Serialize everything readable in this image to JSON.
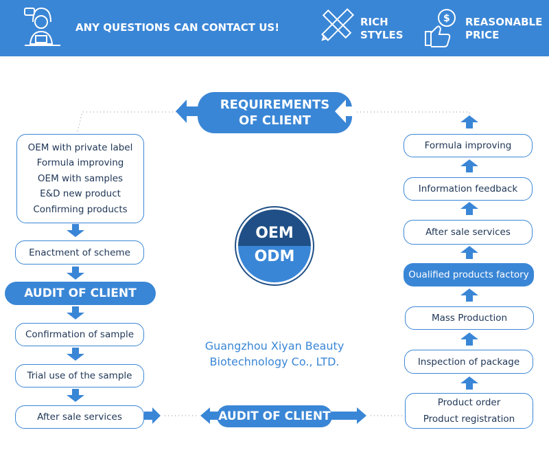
{
  "banner": {
    "contact": "ANY QUESTIONS CAN CONTACT US!",
    "rich_line1": "RICH",
    "rich_line2": "STYLES",
    "price_line1": "REASONABLE",
    "price_line2": "PRICE"
  },
  "center": {
    "requirements_line1": "REQUIREMENTS",
    "requirements_line2": "OF CLIENT",
    "oem": "OEM",
    "odm": "ODM",
    "company_line1": "Guangzhou Xiyan Beauty",
    "company_line2": "Biotechnology Co., LTD.",
    "audit_bottom": "AUDIT OF CLIENT"
  },
  "left": {
    "list": [
      "OEM with private label",
      "Formula improving",
      "OEM with samples",
      "E&D new product",
      "Confirming products"
    ],
    "enactment": "Enactment of scheme",
    "audit": "AUDIT OF CLIENT",
    "confirmation": "Confirmation of sample",
    "trial": "Trial use of the sample",
    "after_sale": "After sale services"
  },
  "right": {
    "formula": "Formula improving",
    "feedback": "Information feedback",
    "after_sale": "After sale services",
    "factory": "Oualified products factory",
    "mass": "Mass Production",
    "inspection": "Inspection of package",
    "order_line1": "Product order",
    "order_line2": "Product registration"
  },
  "colors": {
    "primary": "#3a86d6",
    "dark": "#1f4f86",
    "text": "#1e3555"
  }
}
